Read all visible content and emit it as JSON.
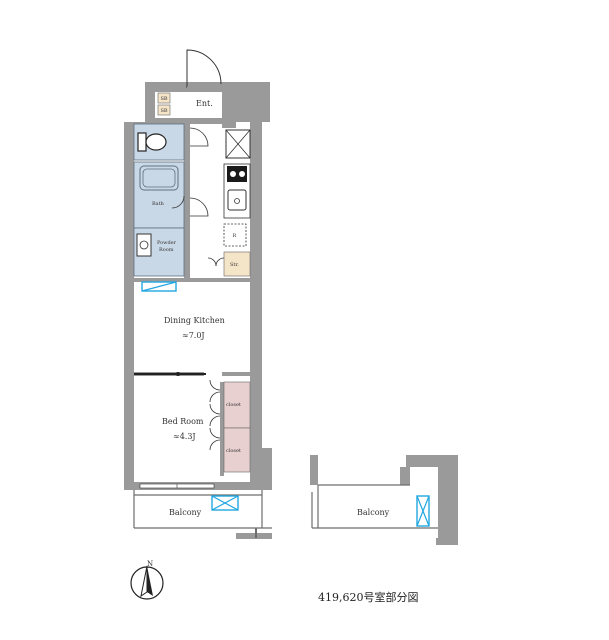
{
  "rooms": {
    "entrance": "Ent.",
    "bath": "Bath",
    "powder_room_line1": "Powder",
    "powder_room_line2": "Room",
    "refrigerator": "R",
    "storage": "Str.",
    "dining_kitchen": "Dining Kitchen",
    "dining_kitchen_size": "≈7.0J",
    "bed_room": "Bed Room",
    "bed_room_size": "≈4.3J",
    "closet_top": "closet",
    "closet_bottom": "closet",
    "shoe_box_top": "SB",
    "shoe_box_bottom": "SB",
    "balcony_main": "Balcony",
    "balcony_side": "Balcony"
  },
  "compass": {
    "north": "N"
  },
  "caption": "419,620号室部分図",
  "colors": {
    "wall": "#9a9a9a",
    "wall_dark": "#6e6e6e",
    "wet_area": "#c9d8e6",
    "wet_stroke": "#5d6f80",
    "closet": "#e8cfd0",
    "window": "#22a7e0"
  }
}
